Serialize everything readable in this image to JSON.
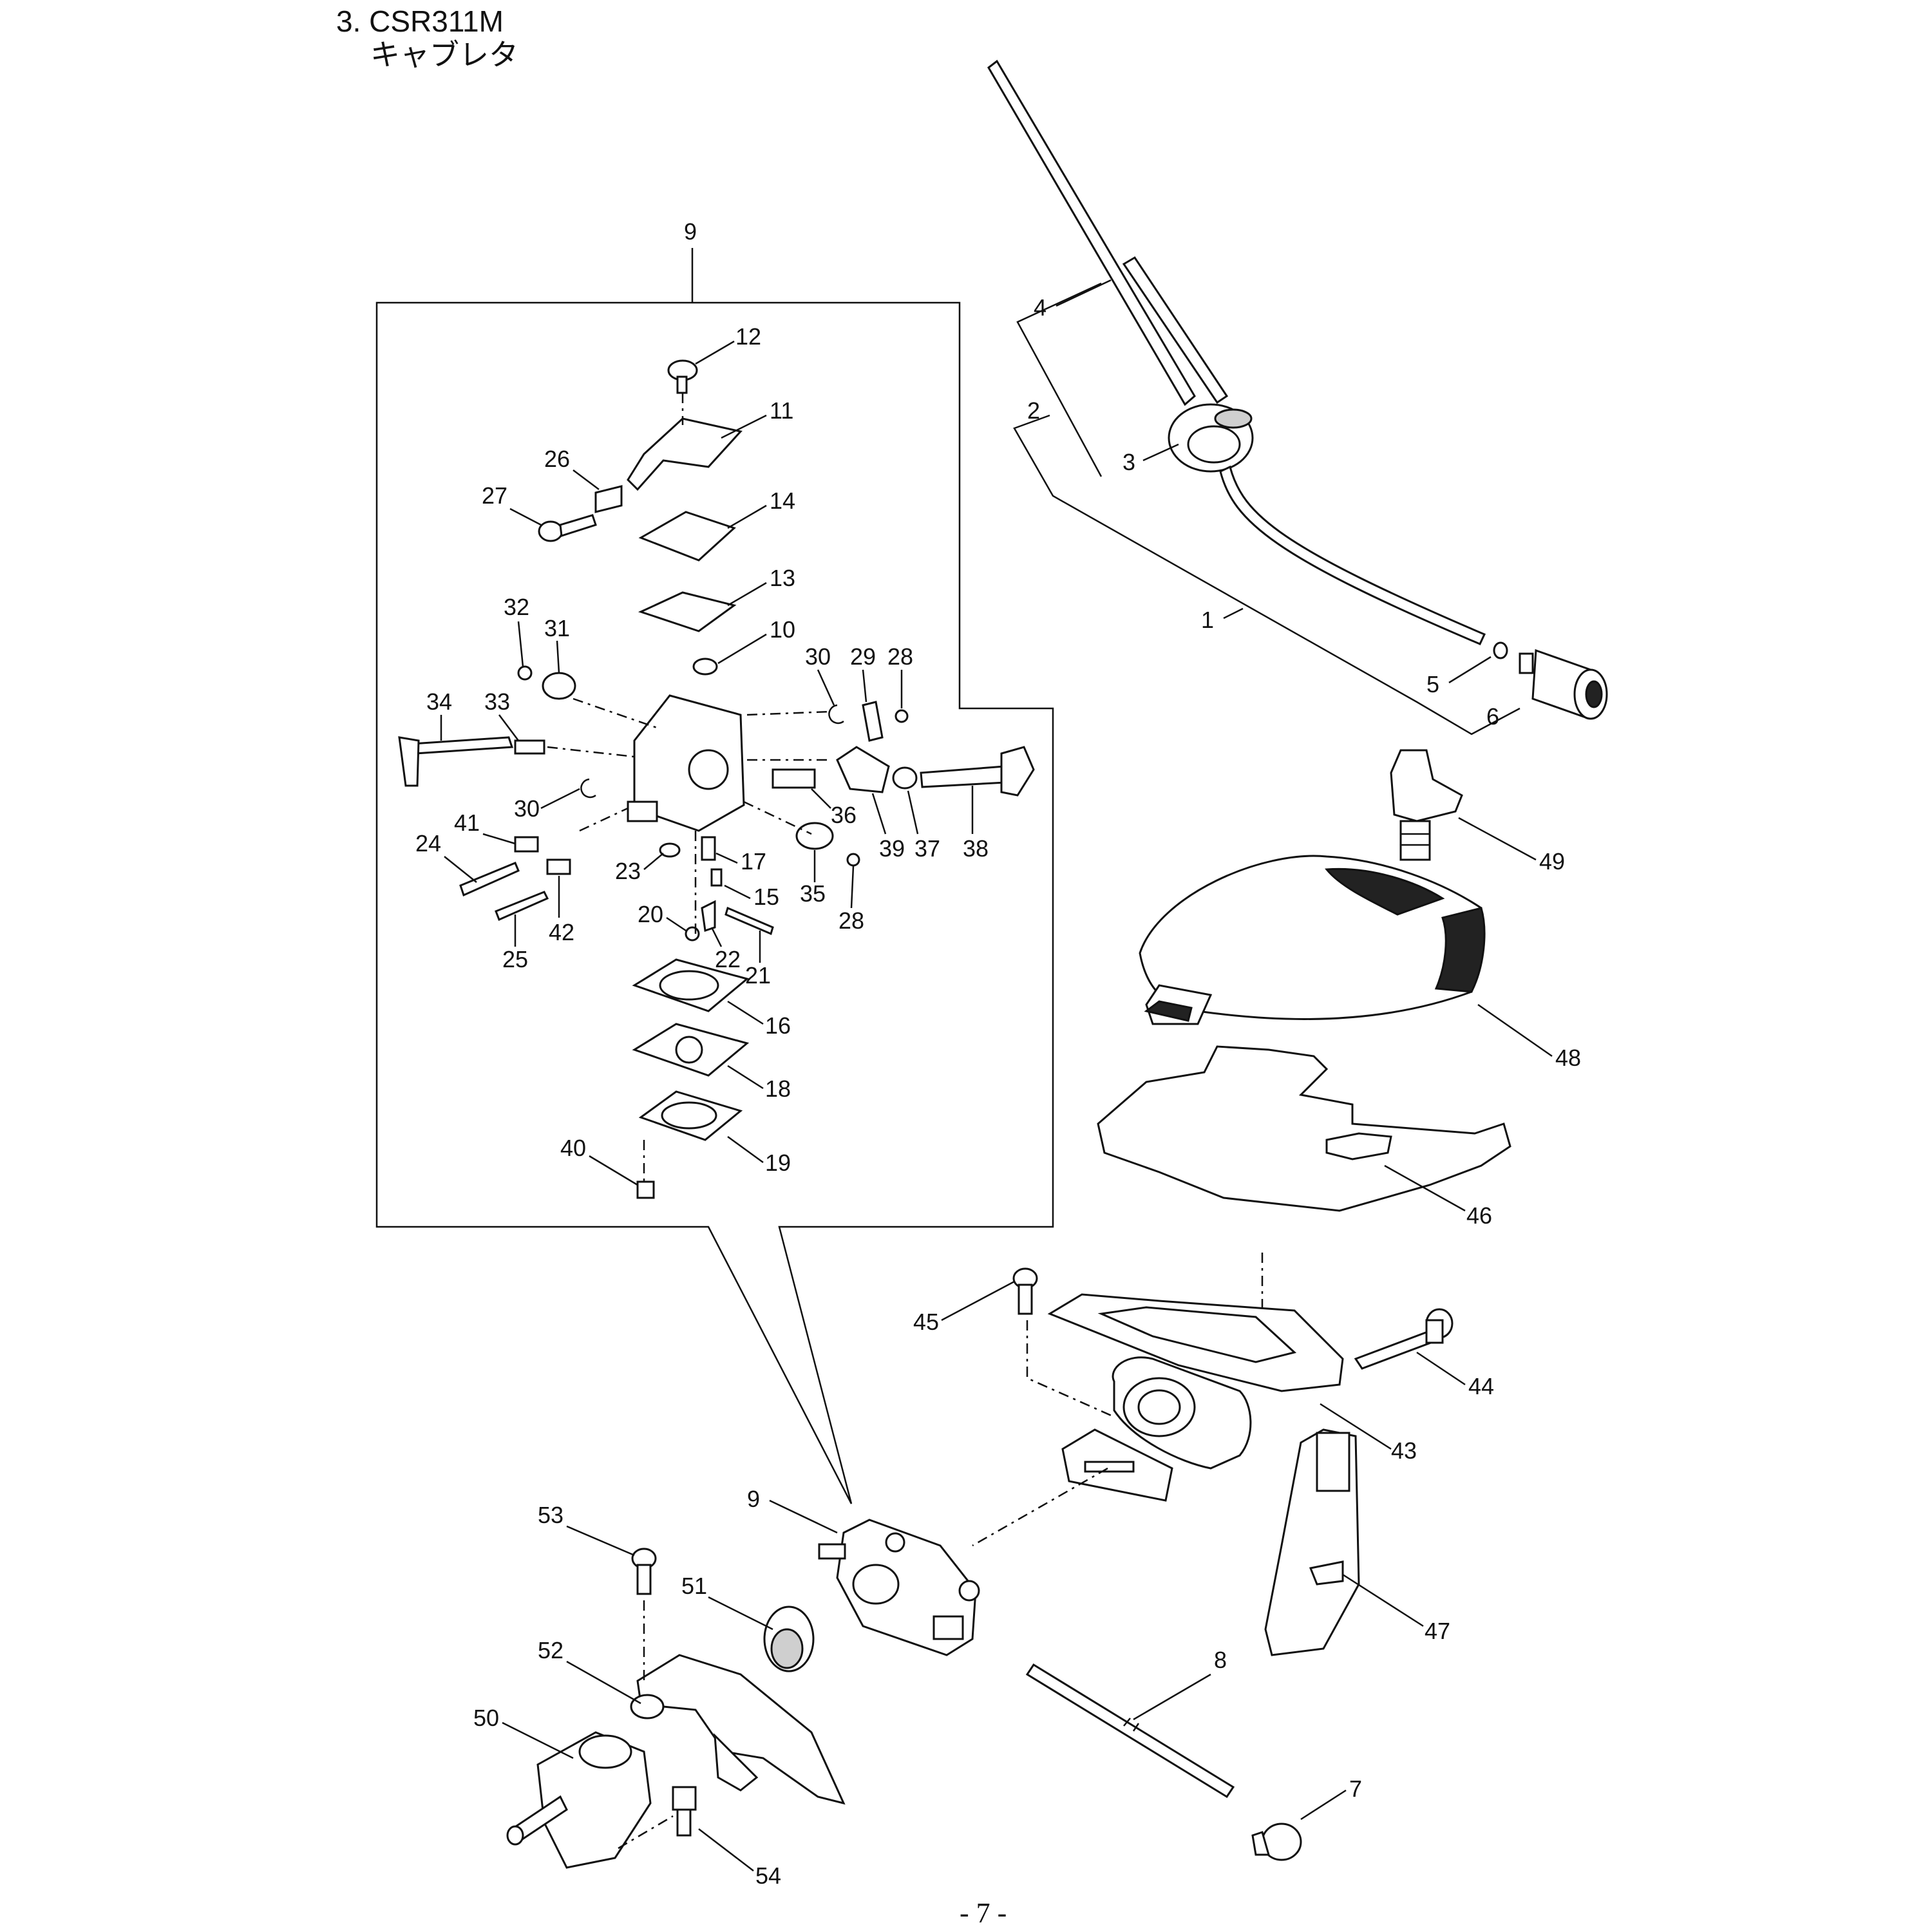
{
  "header": {
    "title_line1": "3. CSR311M",
    "title_line2": "キャブレタ"
  },
  "footer": {
    "page_number": "- 7 -"
  },
  "callouts": [
    "1",
    "2",
    "3",
    "4",
    "5",
    "6",
    "7",
    "8",
    "9",
    "10",
    "11",
    "12",
    "13",
    "14",
    "15",
    "16",
    "17",
    "18",
    "19",
    "20",
    "21",
    "22",
    "23",
    "24",
    "25",
    "26",
    "27",
    "28",
    "29",
    "30",
    "31",
    "32",
    "33",
    "34",
    "35",
    "36",
    "37",
    "38",
    "39",
    "40",
    "41",
    "42",
    "43",
    "44",
    "45",
    "46",
    "47",
    "48",
    "49",
    "50",
    "51",
    "52",
    "53",
    "54"
  ]
}
